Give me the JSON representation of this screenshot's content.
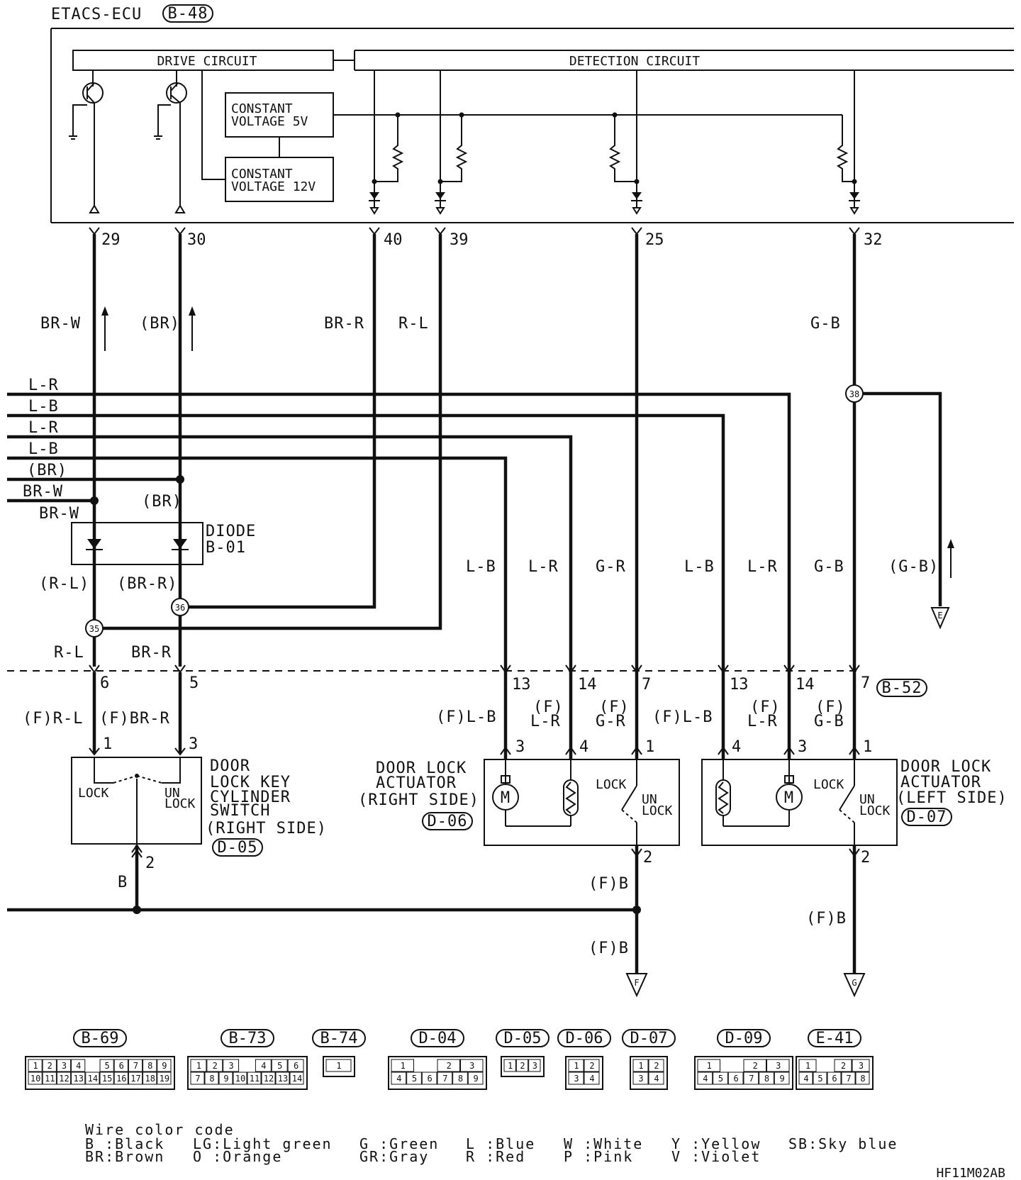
{
  "ecu": {
    "title": "ETACS-ECU",
    "connector": "B-48"
  },
  "circuits": {
    "drive": "DRIVE CIRCUIT",
    "detection": "DETECTION CIRCUIT"
  },
  "cv5": [
    "CONSTANT",
    "VOLTAGE 5V"
  ],
  "cv12": [
    "CONSTANT",
    "VOLTAGE 12V"
  ],
  "ecu_pins": [
    "29",
    "30",
    "40",
    "39",
    "25",
    "32"
  ],
  "upper_wires": {
    "w29": "BR-W",
    "w30": "(BR)",
    "w40": "BR-R",
    "w39": "R-L",
    "w32": "G-B"
  },
  "bus": [
    "L-R",
    "L-B",
    "L-R",
    "L-B",
    "(BR)",
    "BR-W",
    "BR-W"
  ],
  "diode": {
    "title": "DIODE",
    "code": "B-01",
    "label_br": "(BR)",
    "out_left": "(R-L)",
    "out_right": "(BR-R)"
  },
  "splices": {
    "s36": "36",
    "s35": "35",
    "s38": "38"
  },
  "lower_wires": {
    "rl": "R-L",
    "brr": "BR-R",
    "d06_lb": "L-B",
    "d06_lr": "L-R",
    "d06_gr": "G-R",
    "d07_lb": "L-B",
    "d07_lr": "L-R",
    "d07_gb": "G-B",
    "gb_paren": "(G-B)"
  },
  "b52": {
    "pins": [
      "6",
      "5",
      "13",
      "14",
      "7",
      "13",
      "14",
      "7"
    ],
    "connector": "B-52"
  },
  "f_labels": {
    "key_rl": "(F)R-L",
    "key_br": "(F)BR-R",
    "d06_lb": "(F)L-B",
    "d06_lr": "L-R",
    "d06_gr": "G-R",
    "d07_lb": "(F)L-B",
    "d07_lr": "L-R",
    "d07_gb": "G-B",
    "f": "(F)"
  },
  "key_switch": {
    "pins": [
      "1",
      "3",
      "2"
    ],
    "lock": "LOCK",
    "unlock_un": "UN",
    "unlock_lock": "LOCK",
    "name": [
      "DOOR",
      "LOCK KEY",
      "CYLINDER",
      "SWITCH",
      "(RIGHT SIDE)"
    ],
    "connector": "D-05"
  },
  "actuator_right": {
    "pins": [
      "3",
      "4",
      "1",
      "2"
    ],
    "lock": "LOCK",
    "unlock_un": "UN",
    "unlock_lock": "LOCK",
    "name": [
      "DOOR LOCK",
      "ACTUATOR",
      "(RIGHT SIDE)"
    ],
    "connector": "D-06"
  },
  "actuator_left": {
    "pins": [
      "4",
      "3",
      "1",
      "2"
    ],
    "lock": "LOCK",
    "unlock_un": "UN",
    "unlock_lock": "LOCK",
    "name": [
      "DOOR LOCK",
      "ACTUATOR",
      "(LEFT SIDE)"
    ],
    "connector": "D-07"
  },
  "ground_wires": {
    "b": "B",
    "fb1": "(F)B",
    "fb2": "(F)B",
    "fb3": "(F)B"
  },
  "terminals": {
    "e": "E",
    "f": "F",
    "g": "G"
  },
  "motor_symbol": "M",
  "connector_diagrams": [
    {
      "id": "B-69",
      "rows": [
        [
          "1",
          "2",
          "3",
          "4",
          "",
          "5",
          "6",
          "7",
          "8",
          "9"
        ],
        [
          "10",
          "11",
          "12",
          "13",
          "14",
          "15",
          "16",
          "17",
          "18",
          "19"
        ]
      ]
    },
    {
      "id": "B-73",
      "rows": [
        [
          "1",
          "2",
          "3",
          "",
          "4",
          "5",
          "6"
        ],
        [
          "7",
          "8",
          "9",
          "10",
          "11",
          "12",
          "13",
          "14"
        ]
      ]
    },
    {
      "id": "B-74",
      "rows": [
        [
          "1"
        ]
      ]
    },
    {
      "id": "D-04",
      "rows": [
        [
          "1",
          "",
          "2",
          "3"
        ],
        [
          "4",
          "5",
          "6",
          "7",
          "8",
          "9"
        ]
      ]
    },
    {
      "id": "D-05",
      "rows": [
        [
          "1",
          "2",
          "3"
        ]
      ]
    },
    {
      "id": "D-06",
      "rows": [
        [
          "1",
          "2"
        ],
        [
          "3",
          "4"
        ]
      ]
    },
    {
      "id": "D-07",
      "rows": [
        [
          "1",
          "2"
        ],
        [
          "3",
          "4"
        ]
      ]
    },
    {
      "id": "D-09",
      "rows": [
        [
          "1",
          "",
          "2",
          "3"
        ],
        [
          "4",
          "5",
          "6",
          "7",
          "8",
          "9"
        ]
      ]
    },
    {
      "id": "E-41",
      "rows": [
        [
          "1",
          "",
          "2",
          "3"
        ],
        [
          "4",
          "5",
          "6",
          "7",
          "8"
        ]
      ]
    }
  ],
  "legend": {
    "title": "Wire color code",
    "items": [
      [
        "B :Black",
        "BR:Brown"
      ],
      [
        "LG:Light green",
        "O :Orange"
      ],
      [
        "G :Green",
        "GR:Gray"
      ],
      [
        "L :Blue",
        "R :Red"
      ],
      [
        "W :White",
        "P :Pink"
      ],
      [
        "Y :Yellow",
        "V :Violet"
      ],
      [
        "SB:Sky blue",
        ""
      ]
    ]
  },
  "figure_code": "HF11M02AB"
}
